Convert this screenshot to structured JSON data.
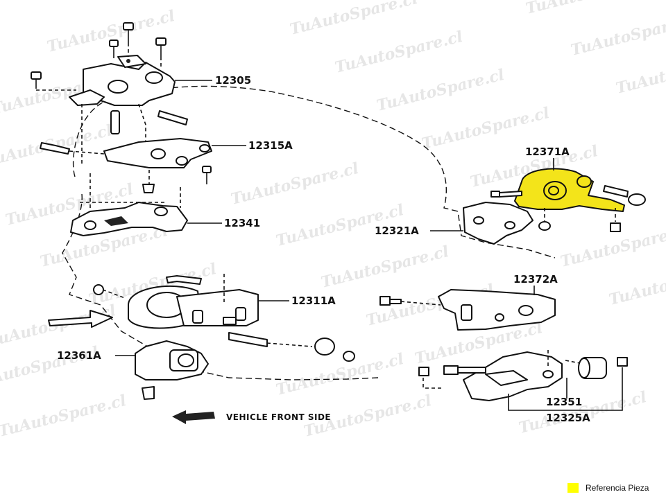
{
  "watermark": "TuAutoSpare.cl",
  "labels": {
    "p12305": "12305",
    "p12315A": "12315A",
    "p12341": "12341",
    "p12311A": "12311A",
    "p12361A": "12361A",
    "p12371A": "12371A",
    "p12321A": "12321A",
    "p12372A": "12372A",
    "p12351": "12351",
    "p12325A": "12325A"
  },
  "direction_label": "VEHICLE FRONT SIDE",
  "legend": {
    "label": "Referencia Pieza",
    "color": "#ffff00"
  }
}
